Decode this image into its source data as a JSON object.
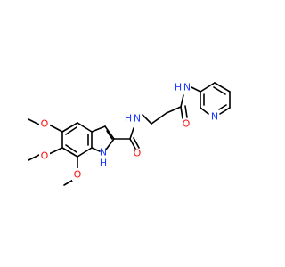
{
  "molecule": {
    "labels": {
      "O_meth1": "O",
      "O_meth2": "O",
      "O_meth3": "O",
      "NH_indole": "N",
      "H_indole": "H",
      "O_amide1": "O",
      "NH_amide1": "N",
      "H_amide1": "H",
      "O_amide2": "O",
      "NH_amide2": "N",
      "H_amide2": "H",
      "N_pyridine": "N"
    },
    "colors": {
      "oxygen": "#ff0d0d",
      "nitrogen": "#1e3cff",
      "carbon": "#000000"
    }
  }
}
